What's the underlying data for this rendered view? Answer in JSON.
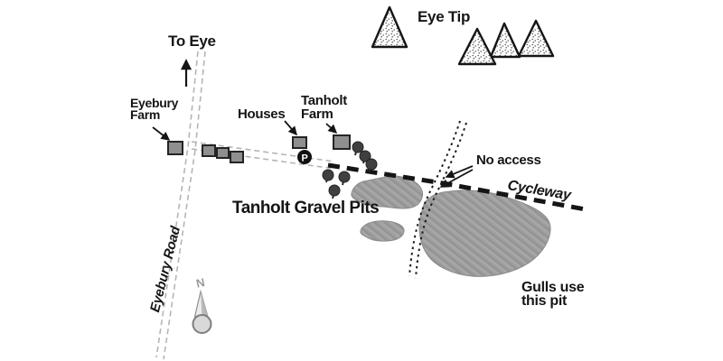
{
  "map": {
    "region_labels": {
      "to_eye": "To Eye",
      "eye_tip": "Eye Tip",
      "eyebury_farm_line1": "Eyebury",
      "eyebury_farm_line2": "Farm",
      "houses": "Houses",
      "tanholt_farm_line1": "Tanholt",
      "tanholt_farm_line2": "Farm",
      "no_access": "No access",
      "cycleway": "Cycleway",
      "gravel_pits_title": "Tanholt Gravel Pits",
      "eyebury_road": "Eyebury Road",
      "gulls_line1": "Gulls use",
      "gulls_line2": "this pit"
    },
    "symbols": {
      "parking": "P",
      "compass_north": "N"
    },
    "colors": {
      "ink": "#151515",
      "road_gray": "#b5b5b5",
      "pit_gray": "#9e9e9e",
      "building_gray": "#8f8f8f",
      "tree_dark": "#404040",
      "compass_gray": "#9a9a9a",
      "background": "#ffffff"
    }
  }
}
